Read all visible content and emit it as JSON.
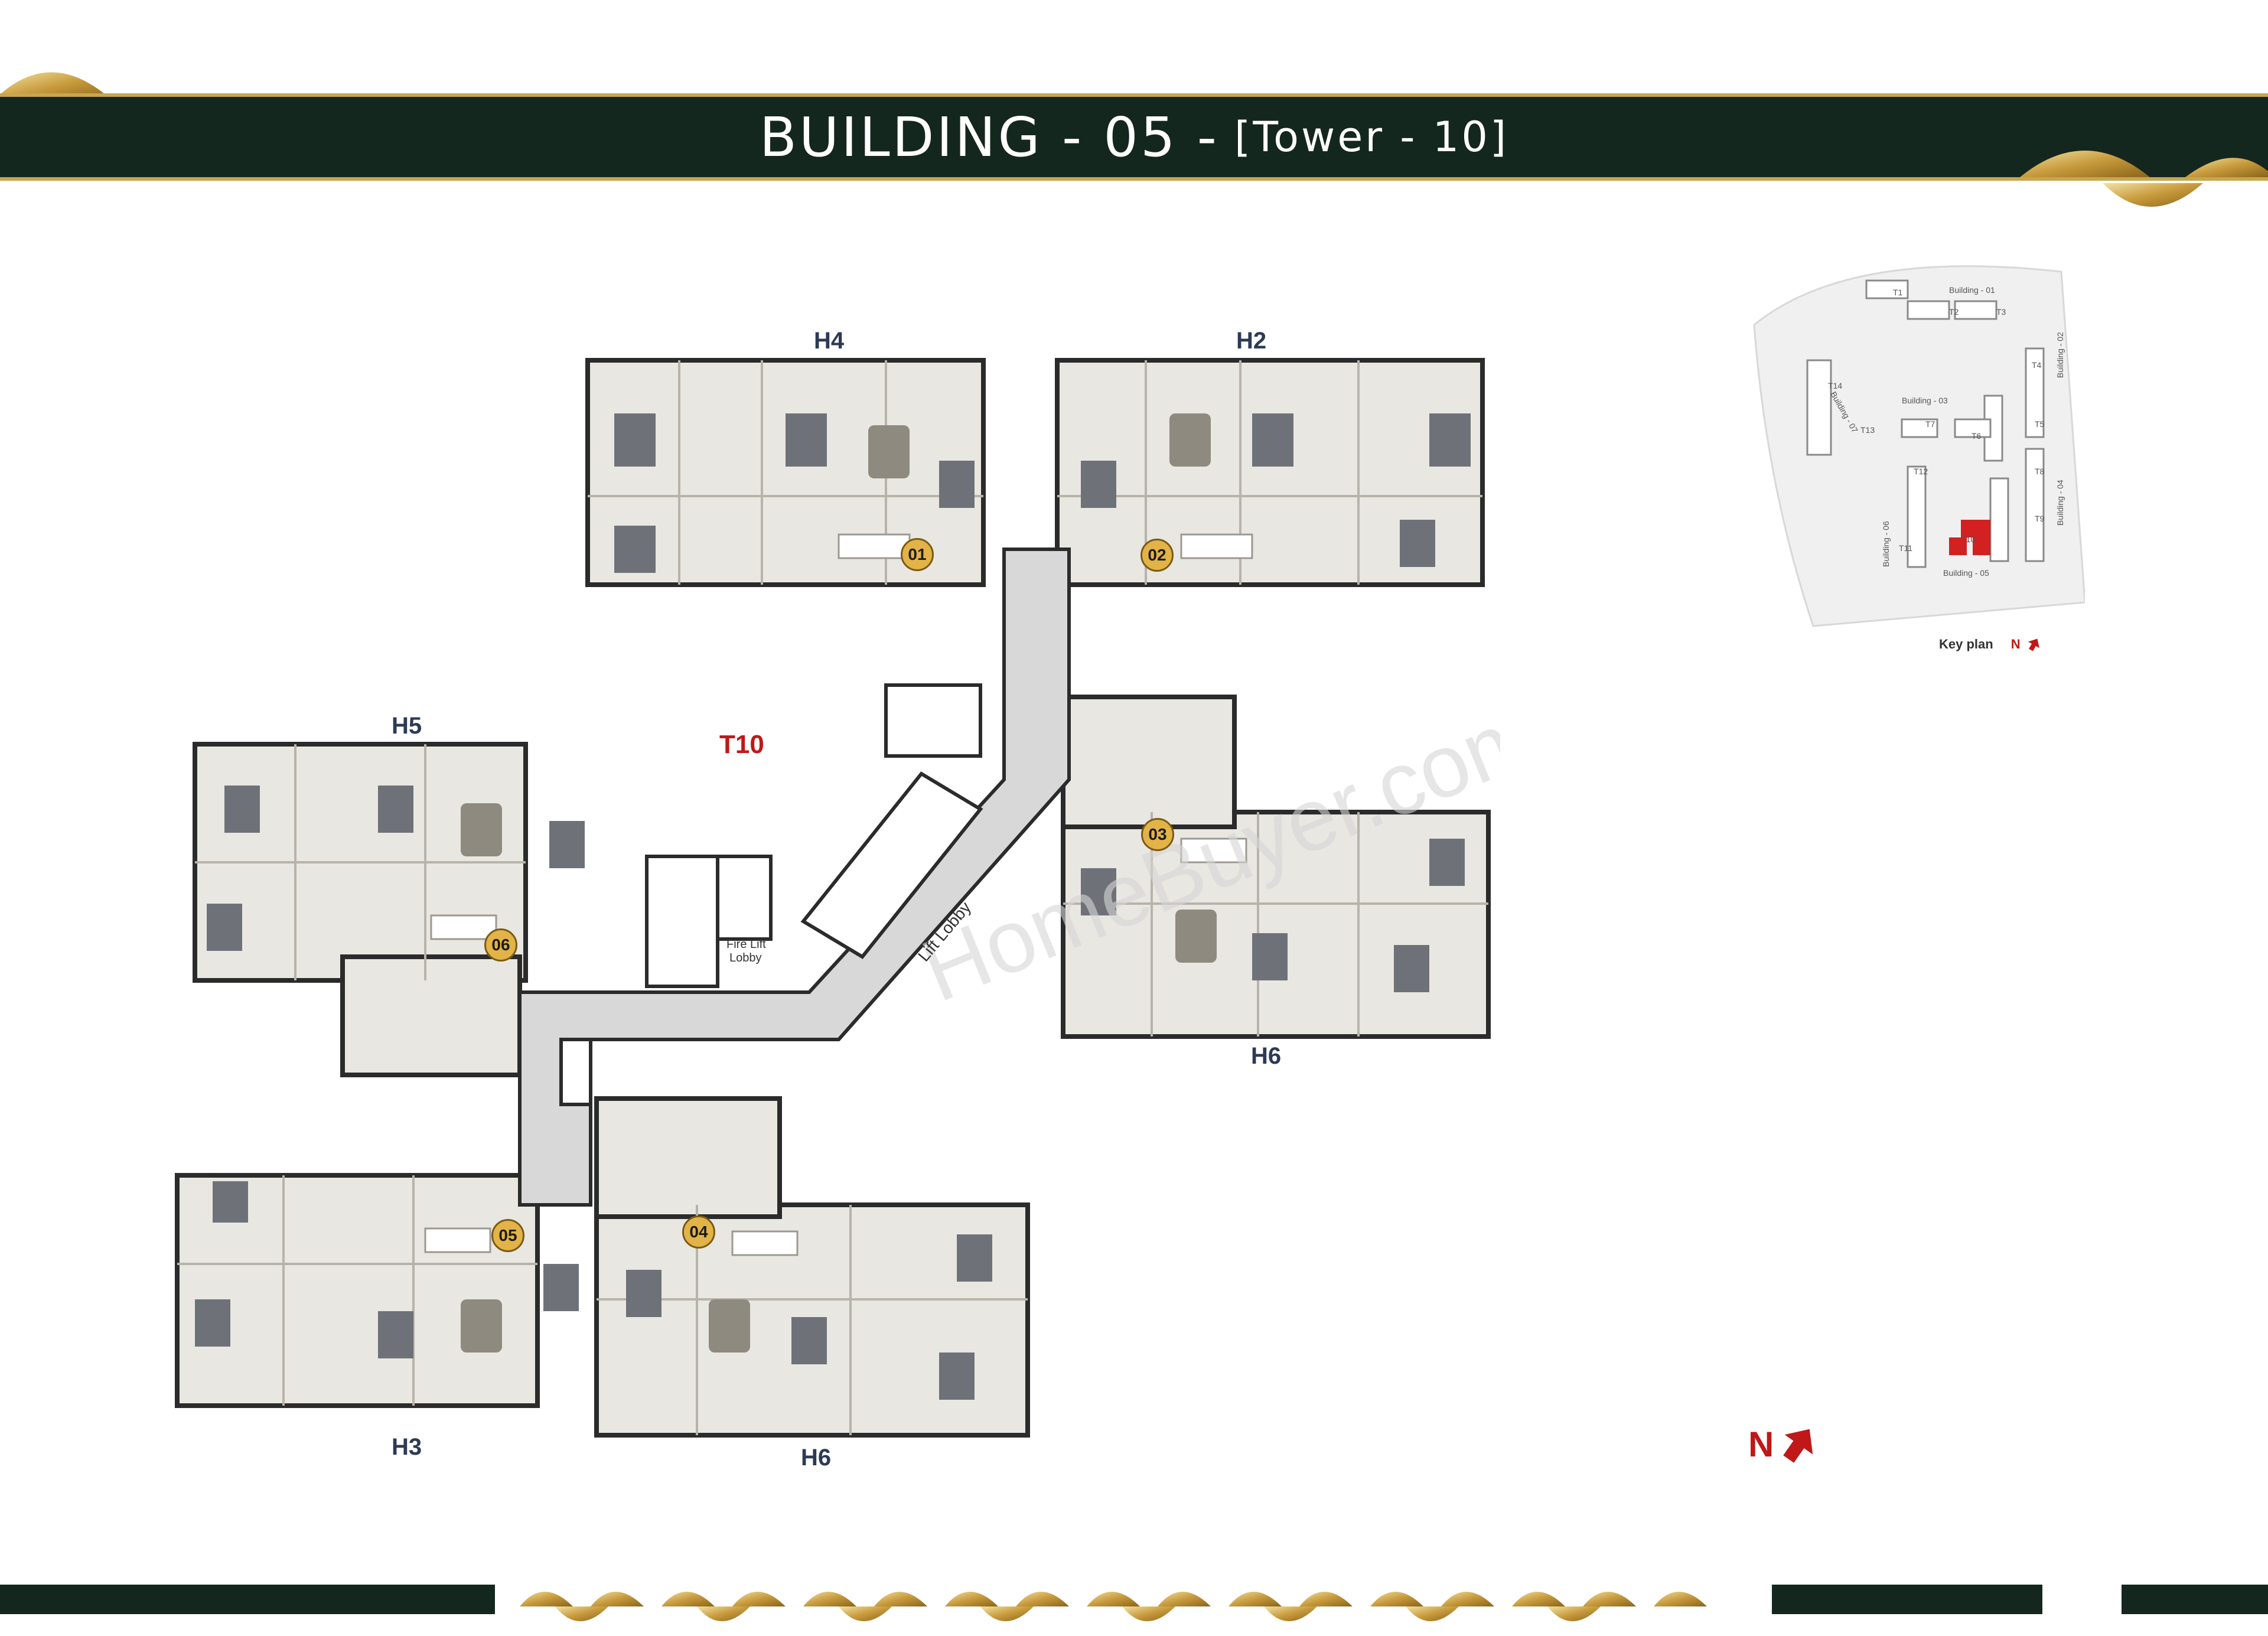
{
  "header": {
    "title_main": "BUILDING - 05 -",
    "title_sub": "[Tower - 10]"
  },
  "colors": {
    "header_band": "#14271f",
    "gold": "#c8a64e",
    "tower_red": "#c01818",
    "unit_label": "#2c3a55",
    "flat_badge": "#e2b347"
  },
  "plan": {
    "tower_label": "T10",
    "lift_lobby": "Lift Lobby",
    "fire_lift_lobby_1": "Fire Lift",
    "fire_lift_lobby_2": "Lobby",
    "unit_types": [
      "H4",
      "H2",
      "H5",
      "H6",
      "H3",
      "H6"
    ],
    "flats": [
      "01",
      "02",
      "03",
      "04",
      "05",
      "06"
    ],
    "watermark": "HomeBuyer.com"
  },
  "key_plan": {
    "title": "Key plan",
    "north": "N",
    "buildings": [
      "Building - 01",
      "Building - 02",
      "Building - 03",
      "Building - 04",
      "Building - 05",
      "Building - 06",
      "Building - 07"
    ],
    "towers": [
      "T1",
      "T2",
      "T3",
      "T4",
      "T5",
      "T6",
      "T7",
      "T8",
      "T9",
      "T10",
      "T11",
      "T12",
      "T13",
      "T14"
    ]
  },
  "north_marker": {
    "label": "N",
    "icon": "north-arrow-icon"
  }
}
